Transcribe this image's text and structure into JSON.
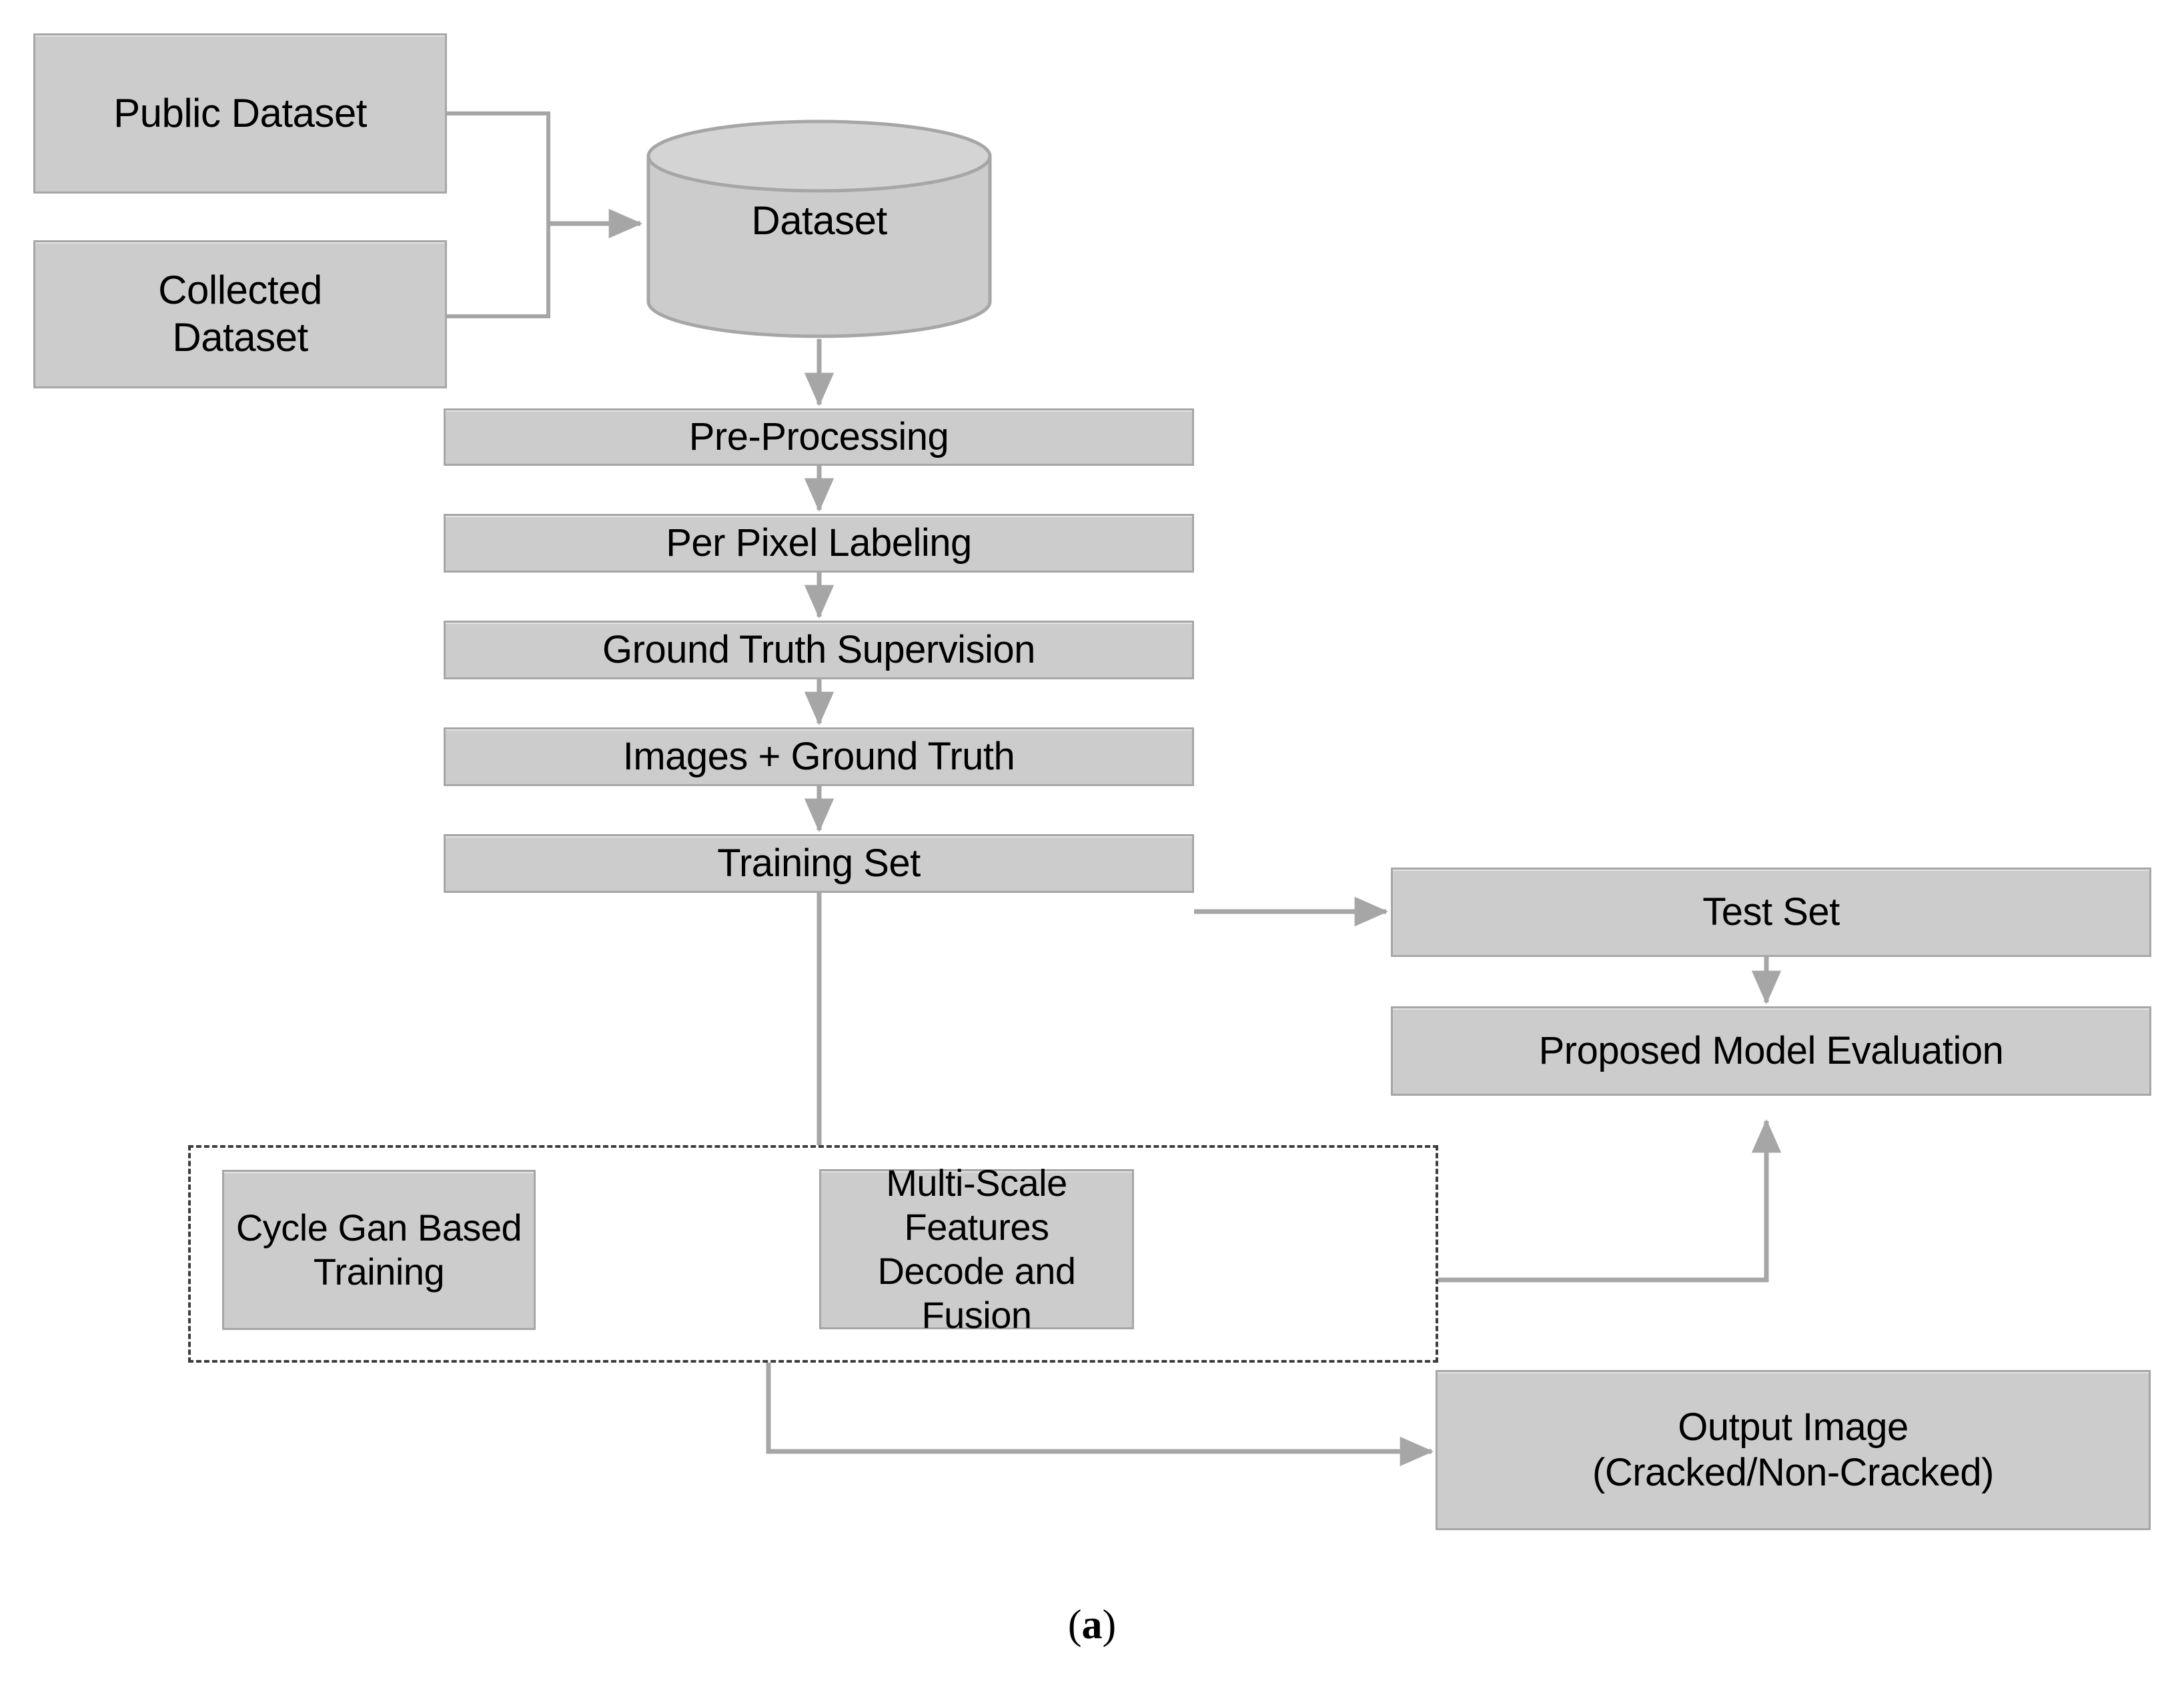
{
  "figure": {
    "caption": "(a)",
    "caption_open": "(",
    "caption_letter": "a",
    "caption_close": ")"
  },
  "colors": {
    "node_fill": "#cccccc",
    "node_border": "#a6a6a6",
    "connector": "#a6a6a6",
    "dashed_border": "#3d3d3d",
    "text": "#000000",
    "background": "#ffffff"
  },
  "nodes": {
    "public_dataset": {
      "label": "Public Dataset"
    },
    "collected_dataset": {
      "label": "Collected\nDataset"
    },
    "dataset_store": {
      "label": "Dataset",
      "shape": "cylinder"
    },
    "pre_processing": {
      "label": "Pre-Processing"
    },
    "per_pixel_labeling": {
      "label": "Per Pixel Labeling"
    },
    "ground_truth_supervision": {
      "label": "Ground Truth Supervision"
    },
    "images_ground_truth": {
      "label": "Images + Ground Truth"
    },
    "training_set": {
      "label": "Training Set"
    },
    "test_set": {
      "label": "Test Set"
    },
    "proposed_model_evaluation": {
      "label": "Proposed Model Evaluation"
    },
    "cycle_gan_training": {
      "label": "Cycle Gan Based\nTraining"
    },
    "multi_scale_features": {
      "label": "Multi-Scale Features\nDecode and Fusion"
    },
    "output_image": {
      "label": "Output Image\n(Cracked/Non-Cracked)"
    }
  },
  "groups": {
    "model_group": {
      "label": ""
    }
  },
  "edges": [
    {
      "from": "public_dataset",
      "to": "dataset_store",
      "style": "merge"
    },
    {
      "from": "collected_dataset",
      "to": "dataset_store",
      "style": "merge"
    },
    {
      "from": "dataset_store",
      "to": "pre_processing",
      "style": "straight-down"
    },
    {
      "from": "pre_processing",
      "to": "per_pixel_labeling",
      "style": "straight-down"
    },
    {
      "from": "per_pixel_labeling",
      "to": "ground_truth_supervision",
      "style": "straight-down"
    },
    {
      "from": "ground_truth_supervision",
      "to": "images_ground_truth",
      "style": "straight-down"
    },
    {
      "from": "images_ground_truth",
      "to": "training_set",
      "style": "straight-down"
    },
    {
      "from": "images_ground_truth",
      "to": "test_set",
      "style": "straight-right"
    },
    {
      "from": "test_set",
      "to": "proposed_model_evaluation",
      "style": "straight-down"
    },
    {
      "from": "training_set",
      "to": "model_group",
      "style": "straight-down"
    },
    {
      "from": "model_group",
      "to": "proposed_model_evaluation",
      "style": "elbow-up"
    },
    {
      "from": "model_group",
      "to": "output_image",
      "style": "elbow-right"
    }
  ]
}
